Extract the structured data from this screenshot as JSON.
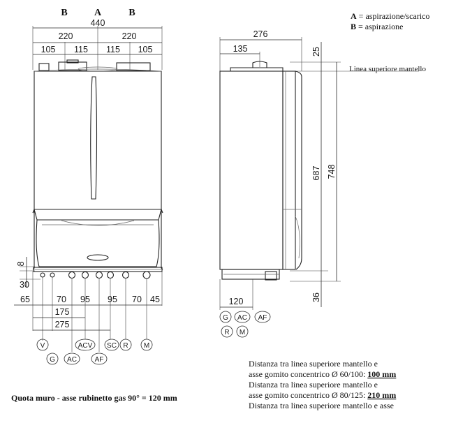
{
  "top_letters": [
    "B",
    "A",
    "B"
  ],
  "legend": {
    "a_key": "A",
    "a_text": " = aspirazione/scarico",
    "b_key": "B",
    "b_text": " = aspirazione"
  },
  "front_dims": {
    "total_width": "440",
    "half_left": "220",
    "half_right": "220",
    "seg1": "105",
    "seg2": "115",
    "seg3": "115",
    "seg4": "105"
  },
  "side_dims": {
    "depth": "276",
    "top_offset": "135",
    "top_gap": "25",
    "mantle_label": "Linea superiore mantello",
    "height_687": "687",
    "height_748": "748",
    "bottom_120": "120",
    "bottom_36": "36"
  },
  "bottom_dims": {
    "v8": "8",
    "v30": "30",
    "d65": "65",
    "d70a": "70",
    "d95a": "95",
    "d95b": "95",
    "d70b": "70",
    "d45": "45",
    "d175": "175",
    "d275": "275"
  },
  "connections_front": [
    "V",
    "G",
    "AC",
    "ACV",
    "AF",
    "SC",
    "R",
    "M"
  ],
  "connections_side": [
    "G",
    "AC",
    "AF",
    "R",
    "M"
  ],
  "notes": {
    "quota_muro": "Quota muro - asse rubinetto gas 90° = 120 mm",
    "dist1_a": "Distanza tra linea superiore mantello e",
    "dist1_b": "asse gomito concentrico Ø 60/100: ",
    "dist1_val": "100 mm",
    "dist2_a": "Distanza tra linea superiore mantello e",
    "dist2_b": "asse gomito concentrico Ø 80/125: ",
    "dist2_val": "210 mm",
    "dist3_a": "Distanza tra linea superiore mantello e asse"
  }
}
